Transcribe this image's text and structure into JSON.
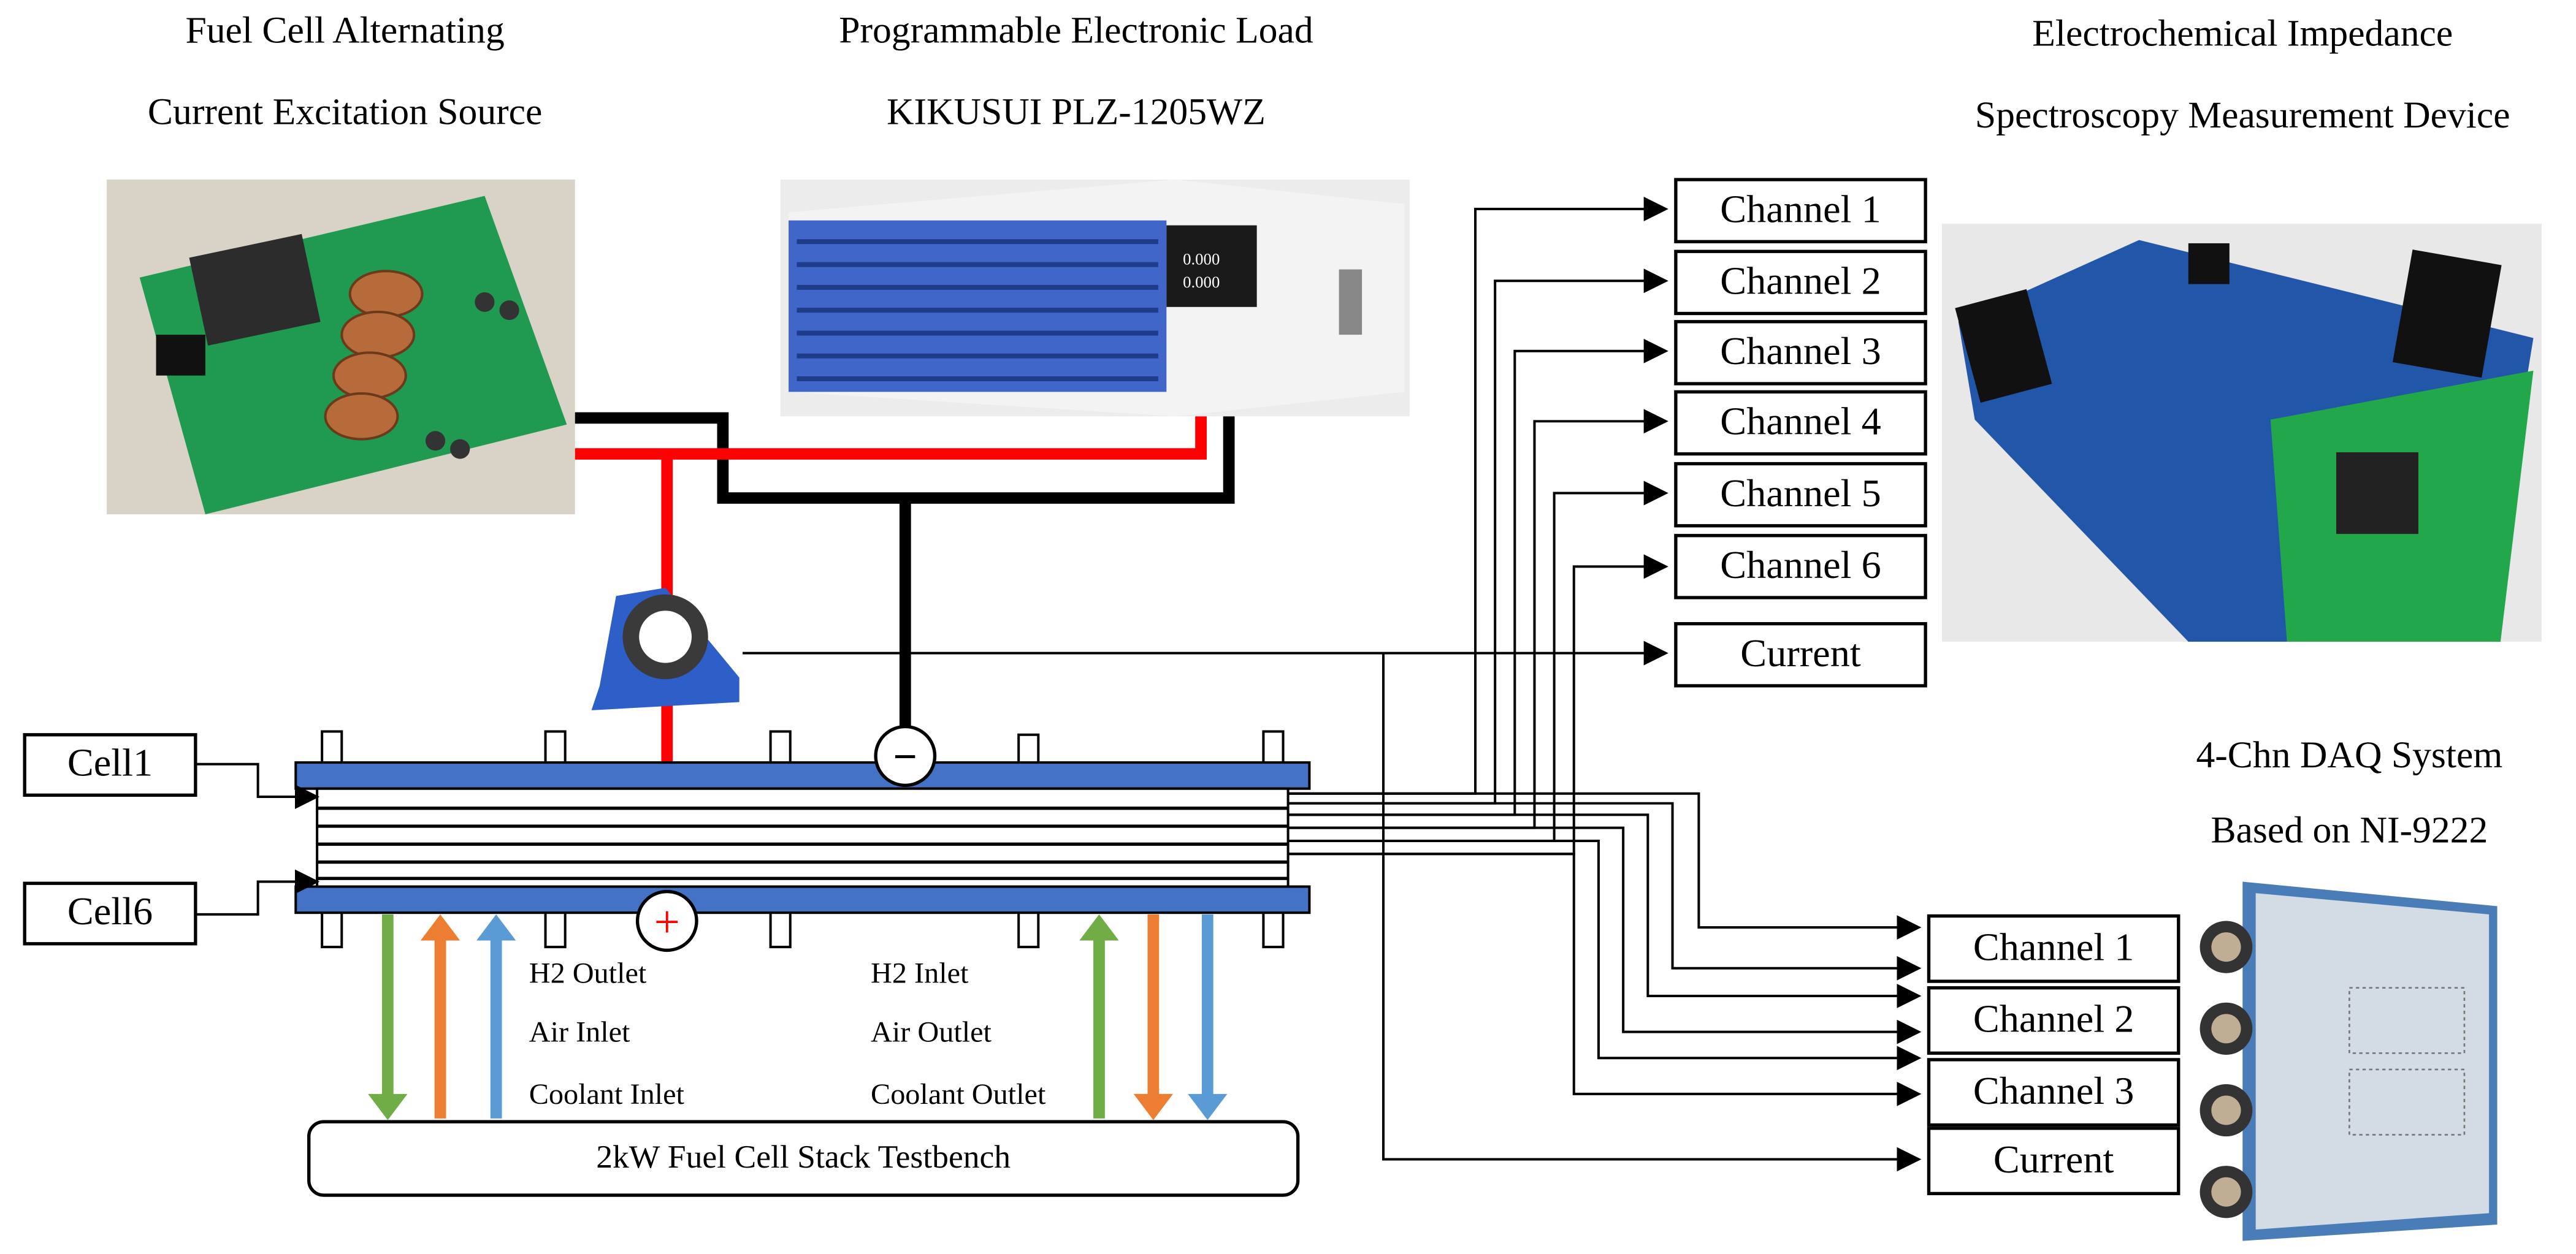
{
  "titles": {
    "excitation_line1": "Fuel Cell Alternating",
    "excitation_line2": "Current Excitation Source",
    "load_line1": "Programmable Electronic Load",
    "load_line2": "KIKUSUI PLZ-1205WZ",
    "eis_line1": "Electrochemical Impedance",
    "eis_line2": "Spectroscopy Measurement Device",
    "daq_line1": "4-Chn DAQ System",
    "daq_line2": "Based on NI-9222"
  },
  "eis_channels": [
    "Channel 1",
    "Channel 2",
    "Channel 3",
    "Channel 4",
    "Channel 5",
    "Channel 6",
    "Current"
  ],
  "daq_channels": [
    "Channel 1",
    "Channel 2",
    "Channel 3",
    "Current"
  ],
  "cells": {
    "top": "Cell1",
    "bottom": "Cell6"
  },
  "terminals": {
    "negative": "−",
    "positive": "+"
  },
  "flows_left": [
    "H2 Outlet",
    "Air Inlet",
    "Coolant Inlet"
  ],
  "flows_right": [
    "H2 Inlet",
    "Air Outlet",
    "Coolant Outlet"
  ],
  "testbench": "2kW Fuel Cell Stack Testbench",
  "colors": {
    "plate": "#4472c4",
    "positive_wire": "#ff0000",
    "negative_wire": "#000000",
    "h2": "#70ad47",
    "air": "#ed7d31",
    "coolant": "#5b9bd5",
    "pcb": "#1f9a50",
    "load_body": "#3f66c8",
    "eis_board": "#2256a8",
    "daq_body": "#c9d3de"
  }
}
